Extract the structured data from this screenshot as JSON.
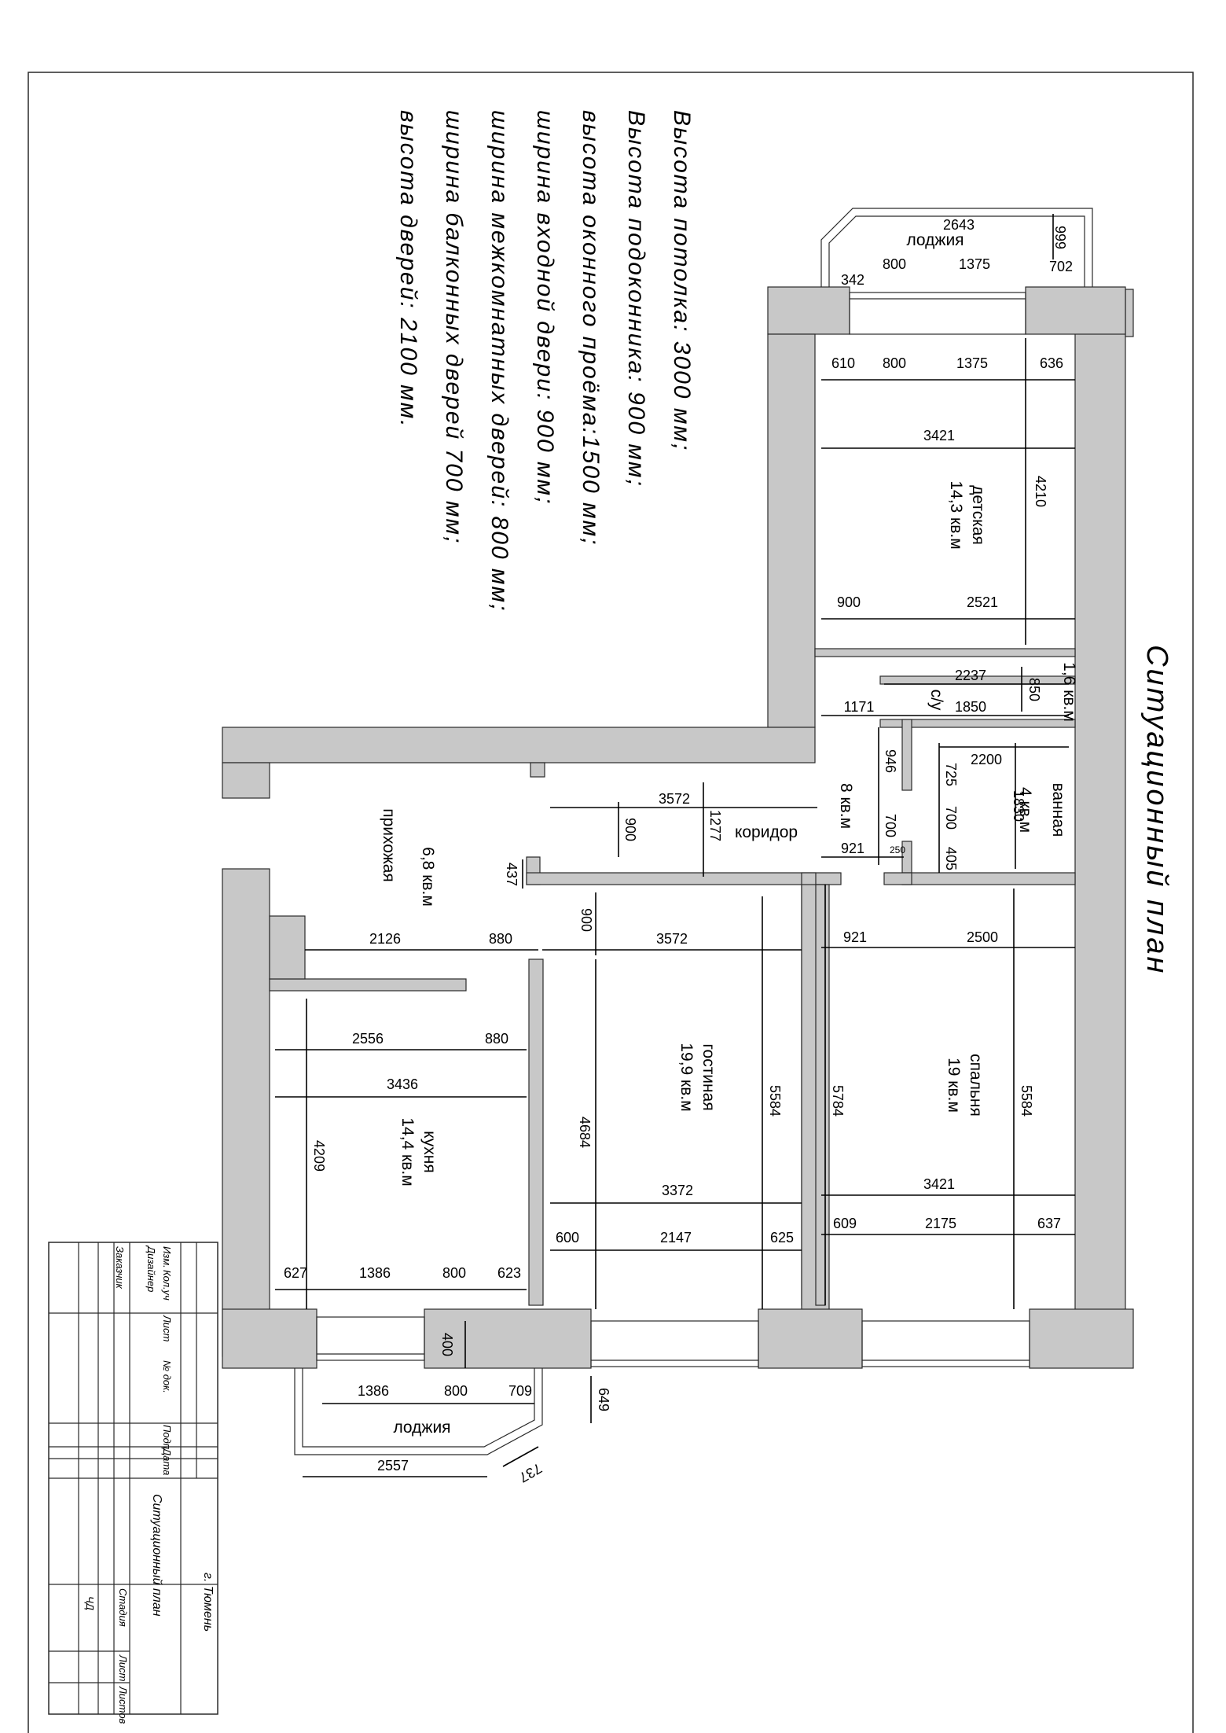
{
  "title": "Ситуационный план",
  "notes": [
    "Высота потолка: 3000 мм;",
    "Высота подоконника: 900 мм;",
    "высота оконного проёма:1500 мм;",
    "ширина входной двери: 900 мм;",
    "ширина межкомнатных дверей: 800 мм;",
    "ширина балконных дверей 700 мм;",
    "высота дверей: 2100 мм."
  ],
  "rooms": {
    "detskaya": {
      "name": "детская",
      "area": "14,3 кв.м"
    },
    "loggia_top": {
      "name": "лоджия"
    },
    "su": {
      "name": "с/у",
      "area": "1,6 кв.м"
    },
    "vannaya": {
      "name": "ванная",
      "area": "4 кв.м"
    },
    "koridor": {
      "name": "коридор",
      "area": "8 кв.м"
    },
    "prihozhaya": {
      "name": "прихожая",
      "area": "6,8 кв.м"
    },
    "spalnya": {
      "name": "спальня",
      "area": "19 кв.м"
    },
    "gostinaya": {
      "name": "гостиная",
      "area": "19,9 кв.м"
    },
    "kuhnya": {
      "name": "кухня",
      "area": "14,4 кв.м"
    },
    "loggia_bottom": {
      "name": "лоджия"
    }
  },
  "dims": {
    "lt_2643": "2643",
    "lt_999": "999",
    "lt_800": "800",
    "lt_1375": "1375",
    "lt_702": "702",
    "lt_342": "342",
    "d_610": "610",
    "d_800": "800",
    "d_1375": "1375",
    "d_636": "636",
    "d_3421": "3421",
    "d_4210": "4210",
    "d_900": "900",
    "d_2521": "2521",
    "su_2237": "2237",
    "su_850": "850",
    "su_1850": "1850",
    "su_1171": "1171",
    "v_946": "946",
    "v_725": "725",
    "v_2200": "2200",
    "v_700a": "700",
    "v_700b": "700",
    "v_1830": "1830",
    "v_921": "921",
    "v_250": "250",
    "v_405": "405",
    "k_3572": "3572",
    "k_900": "900",
    "k_1277": "1277",
    "k_437": "437",
    "s_921": "921",
    "s_2500": "2500",
    "s_5784": "5784",
    "s_5584": "5584",
    "s_3421": "3421",
    "s_609": "609",
    "s_2175": "2175",
    "s_637": "637",
    "g_900": "900",
    "g_3572": "3572",
    "g_4684": "4684",
    "g_5584": "5584",
    "g_3372": "3372",
    "g_600": "600",
    "g_2147": "2147",
    "g_625": "625",
    "p_2126": "2126",
    "p_880": "880",
    "ku_2556": "2556",
    "ku_880": "880",
    "ku_3436": "3436",
    "ku_4209": "4209",
    "ku_627": "627",
    "ku_1386": "1386",
    "ku_800": "800",
    "ku_623": "623",
    "w_400": "400",
    "w_649": "649",
    "lb_1386": "1386",
    "lb_800": "800",
    "lb_709": "709",
    "lb_2557": "2557",
    "lb_737": "737"
  },
  "stamp": {
    "izm": "Изм.",
    "kol": "Кол.уч",
    "list": "Лист",
    "ndok": "№ док.",
    "podp": "Подп.",
    "data": "Дата",
    "dizayner": "Дизайнер",
    "zakazchik": "Заказчик",
    "city": "г. Тюмень",
    "plan": "Ситуационный план",
    "stadiya": "Стадия",
    "list2": "Лист",
    "listov": "Листов",
    "chd": "ЧД"
  }
}
